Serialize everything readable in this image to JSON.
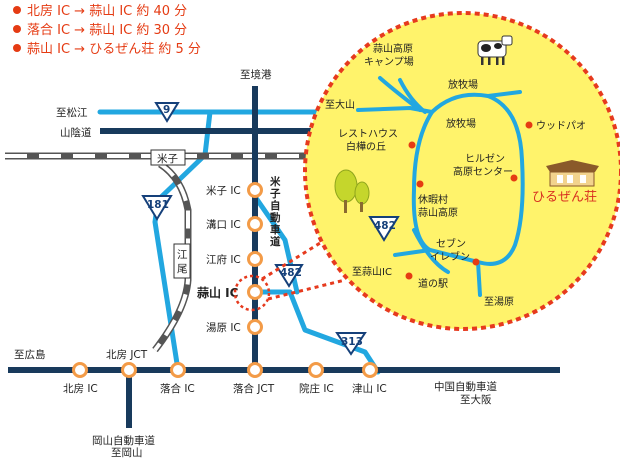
{
  "legend": [
    "北房 IC → 蒜山 IC 約 40 分",
    "落合 IC → 蒜山 IC 約 30 分",
    "蒜山 IC → ひるぜん荘 約 5 分"
  ],
  "routes": {
    "r9": "9",
    "r181": "181",
    "r482": "482",
    "r313": "313",
    "r482_inset": "482"
  },
  "roads": {
    "matsue": "至松江",
    "sanin": "山陰道",
    "sakaiminato": "至境港",
    "yonago": "米子",
    "yonago_expwy": "米子自動車道",
    "enbi": "江尾",
    "hiroshima": "至広島",
    "chugoku_expwy": "中国自動車道",
    "osaka": "至大阪",
    "okayama_expwy": "岡山自動車道",
    "okayama": "至岡山"
  },
  "interchanges": {
    "yonago_ic": "米子 IC",
    "mizokuchi_ic": "溝口 IC",
    "kofu_ic": "江府 IC",
    "hiruzen_ic": "蒜山 IC",
    "yubara_ic": "湯原 IC",
    "hokubo_jct": "北房 JCT",
    "hokubo_ic": "北房 IC",
    "ochiai_ic": "落合 IC",
    "ochiai_jct": "落合 JCT",
    "insho_ic": "院庄 IC",
    "tsuyama_ic": "津山 IC"
  },
  "inset": {
    "campground": "蒜山高原\nキャンプ場",
    "pasture1": "放牧場",
    "to_oyama": "至大山",
    "resthouse": "レストハウス\n白樺の丘",
    "pasture2": "放牧場",
    "woodpao": "ウッドパオ",
    "hiruzen_center": "ヒルゼン\n高原センター",
    "kyukamura": "休暇村\n蒜山高原",
    "destination": "ひるぜん荘",
    "seven_eleven": "セブン\nイレブン",
    "to_hiruzen_ic": "至蒜山IC",
    "michi_no_eki": "道の駅",
    "to_yubara": "至湯原"
  },
  "colors": {
    "expressway": "#183a5c",
    "national_road": "#22a7e0",
    "interchange_ring": "#f39b47",
    "inset_fill": "#fff36b",
    "inset_border": "#e63a1e",
    "poi": "#e53b13",
    "route_sign": "#15407a"
  }
}
